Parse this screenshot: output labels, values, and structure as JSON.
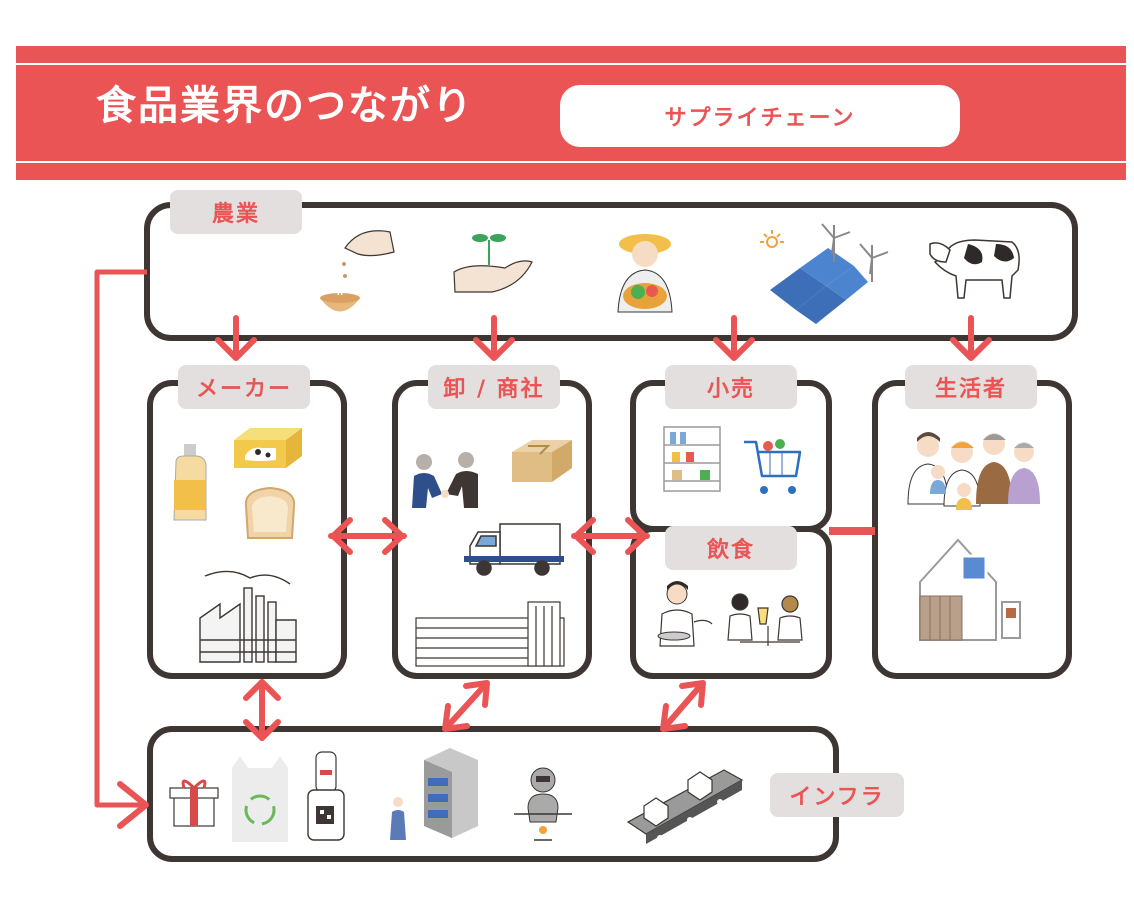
{
  "header": {
    "title": "食品業界のつながり",
    "subtitle": "サプライチェーン"
  },
  "sections": {
    "agriculture": "農業",
    "manufacturer": "メーカー",
    "wholesale": "卸 / 商社",
    "retail": "小売",
    "food_service": "飲食",
    "consumer": "生活者",
    "infrastructure": "インフラ"
  },
  "colors": {
    "accent": "#ea5455",
    "frame": "#3d3632",
    "tag_bg": "#e3dfdf"
  },
  "icons": {
    "agriculture": [
      "seed-sowing-icon",
      "sprout-in-hand-icon",
      "farmer-icon",
      "solar-wind-icon",
      "cow-icon"
    ],
    "manufacturer": [
      "oil-bottle-icon",
      "butter-box-icon",
      "bread-icon",
      "factory-icon"
    ],
    "wholesale": [
      "handshake-icon",
      "cardboard-box-icon",
      "delivery-truck-icon",
      "office-building-icon"
    ],
    "retail": [
      "store-shelf-icon",
      "shopping-cart-icon"
    ],
    "food_service": [
      "waiter-icon",
      "diners-icon"
    ],
    "consumer": [
      "family-icon",
      "house-icon"
    ],
    "infrastructure": [
      "gift-box-icon",
      "recycle-bag-icon",
      "smartphone-qr-icon",
      "server-rack-icon",
      "robot-icon",
      "conveyor-belt-icon"
    ]
  }
}
